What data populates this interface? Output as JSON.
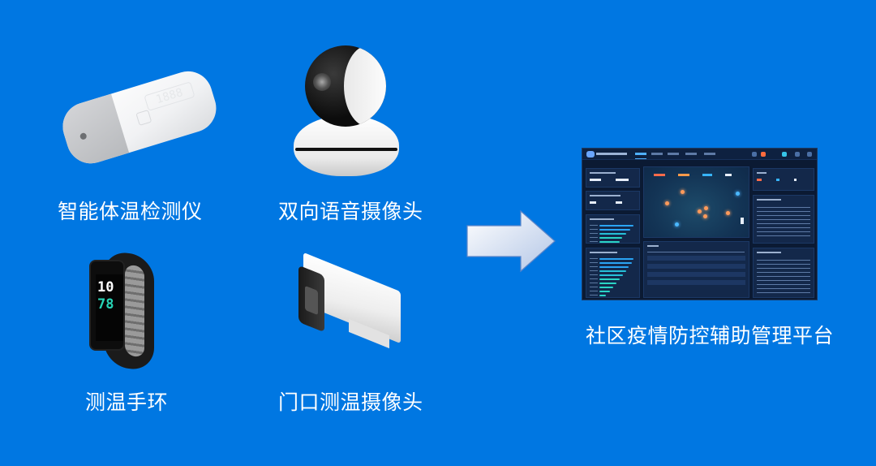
{
  "background_color": "#0077e2",
  "devices": [
    {
      "id": "thermometer",
      "label": "智能体温检测仪",
      "display_digits": "1888"
    },
    {
      "id": "ptz-camera",
      "label": "双向语音摄像头"
    },
    {
      "id": "wristband",
      "label": "测温手环",
      "screen_line1": "10",
      "screen_line2": "78"
    },
    {
      "id": "bullet-camera",
      "label": "门口测温摄像头"
    }
  ],
  "arrow": {
    "direction": "right",
    "fill_from": "#ffffff",
    "fill_to": "#b9cbe8"
  },
  "platform": {
    "label": "社区疫情防控辅助管理平台",
    "screenshot_theme": {
      "bg": "#0b1a33",
      "panel": "#13284a",
      "accent_blue": "#4fb0ff",
      "accent_cyan": "#2ad4c6",
      "accent_orange": "#ff7a45"
    }
  }
}
